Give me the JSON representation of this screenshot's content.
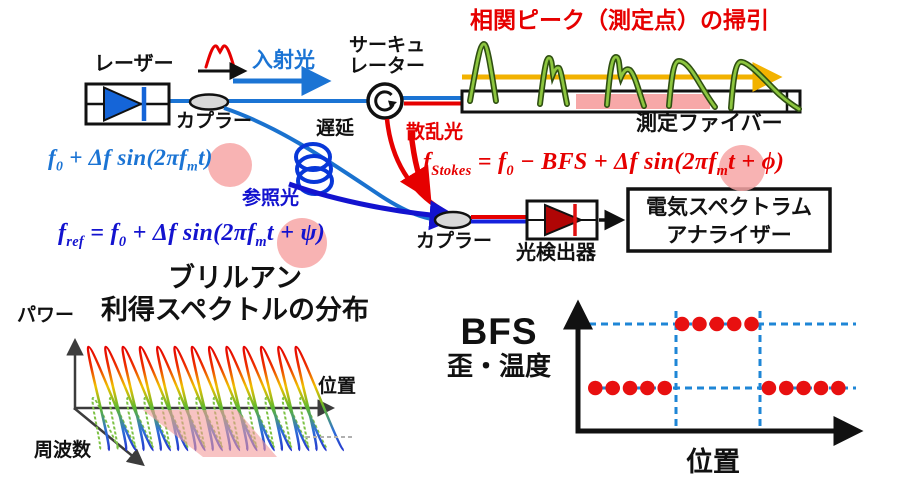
{
  "colors": {
    "light_blue": "#1b74d4",
    "dark_blue": "#1313cf",
    "red": "#e60000",
    "dark_red": "#b00505",
    "yellow": "#f2b200",
    "green_fill": "#8dc63f",
    "green_stroke": "#2f4f12",
    "pink_highlight": "#f7a6a6",
    "coupler_gray": "#d8d8d8"
  },
  "icons": {
    "laser_diode": "laser-diode-icon",
    "coupler": "fiber-coupler-icon",
    "circulator": "circulator-icon",
    "pulse": "pulse-icon",
    "delay_coil": "delay-coil-icon",
    "photodiode": "photodetector-icon"
  },
  "diagram": {
    "laser_label": "レーザー",
    "coupler1_label": "カプラー",
    "incident_light": "入射光",
    "circulator_line1": "サーキュ",
    "circulator_line2": "レーター",
    "delay_label": "遅延",
    "scattered_light": "散乱光",
    "reference_light": "参照光",
    "sweep_title": "相関ピーク（測定点）の掃引",
    "fiber_label": "測定ファイバー",
    "coupler2_label": "カプラー",
    "photodetector_label": "光検出器",
    "esa_line1": "電気スペクトラム",
    "esa_line2": "アナライザー"
  },
  "formulas": {
    "pump": {
      "f1": "f",
      "s1": "0",
      "p2": " + Δf sin(2π",
      "f2": "f",
      "s2": "m",
      "p3": "t)"
    },
    "ref": {
      "f1": "f",
      "s1": "ref",
      "p2": " = f",
      "s2": "0",
      "p3": " + Δf sin(2π",
      "f2": "f",
      "s3": "m",
      "p4": "t + ψ)"
    },
    "stokes": {
      "f1": "f",
      "s1": "Stokes",
      "p2": " = f",
      "s2": "0",
      "p3": " − BFS + Δf sin(2π",
      "f2": "f",
      "s3": "m",
      "p4": "t + ϕ)"
    }
  },
  "spectrum_chart": {
    "title_line1": "ブリルアン",
    "title_line2": "利得スペクトルの分布",
    "y_axis": "パワー",
    "x_axis": "位置",
    "z_axis": "周波数"
  },
  "bfs_chart": {
    "y_label_line1": "BFS",
    "y_label_line2": "歪・温度",
    "x_label": "位置"
  },
  "chart_data": [
    {
      "type": "area",
      "title": "ブリルアン利得スペクトルの分布",
      "xlabel": "位置",
      "ylabel": "パワー",
      "zlabel": "周波数",
      "peak_count": 13,
      "peaks_uniform": true,
      "highlighted_region": "中央区間（ピンク）",
      "axis_ticks": "none"
    },
    {
      "type": "scatter",
      "xlabel": "位置",
      "ylabel": "BFS（歪・温度）",
      "y_levels": [
        "low",
        "high"
      ],
      "axis_ticks": "none",
      "points": [
        {
          "x": 1,
          "level": "low"
        },
        {
          "x": 2,
          "level": "low"
        },
        {
          "x": 3,
          "level": "low"
        },
        {
          "x": 4,
          "level": "low"
        },
        {
          "x": 5,
          "level": "low"
        },
        {
          "x": 6,
          "level": "high"
        },
        {
          "x": 7,
          "level": "high"
        },
        {
          "x": 8,
          "level": "high"
        },
        {
          "x": 9,
          "level": "high"
        },
        {
          "x": 10,
          "level": "high"
        },
        {
          "x": 11,
          "level": "low"
        },
        {
          "x": 12,
          "level": "low"
        },
        {
          "x": 13,
          "level": "low"
        },
        {
          "x": 14,
          "level": "low"
        },
        {
          "x": 15,
          "level": "low"
        }
      ]
    }
  ]
}
